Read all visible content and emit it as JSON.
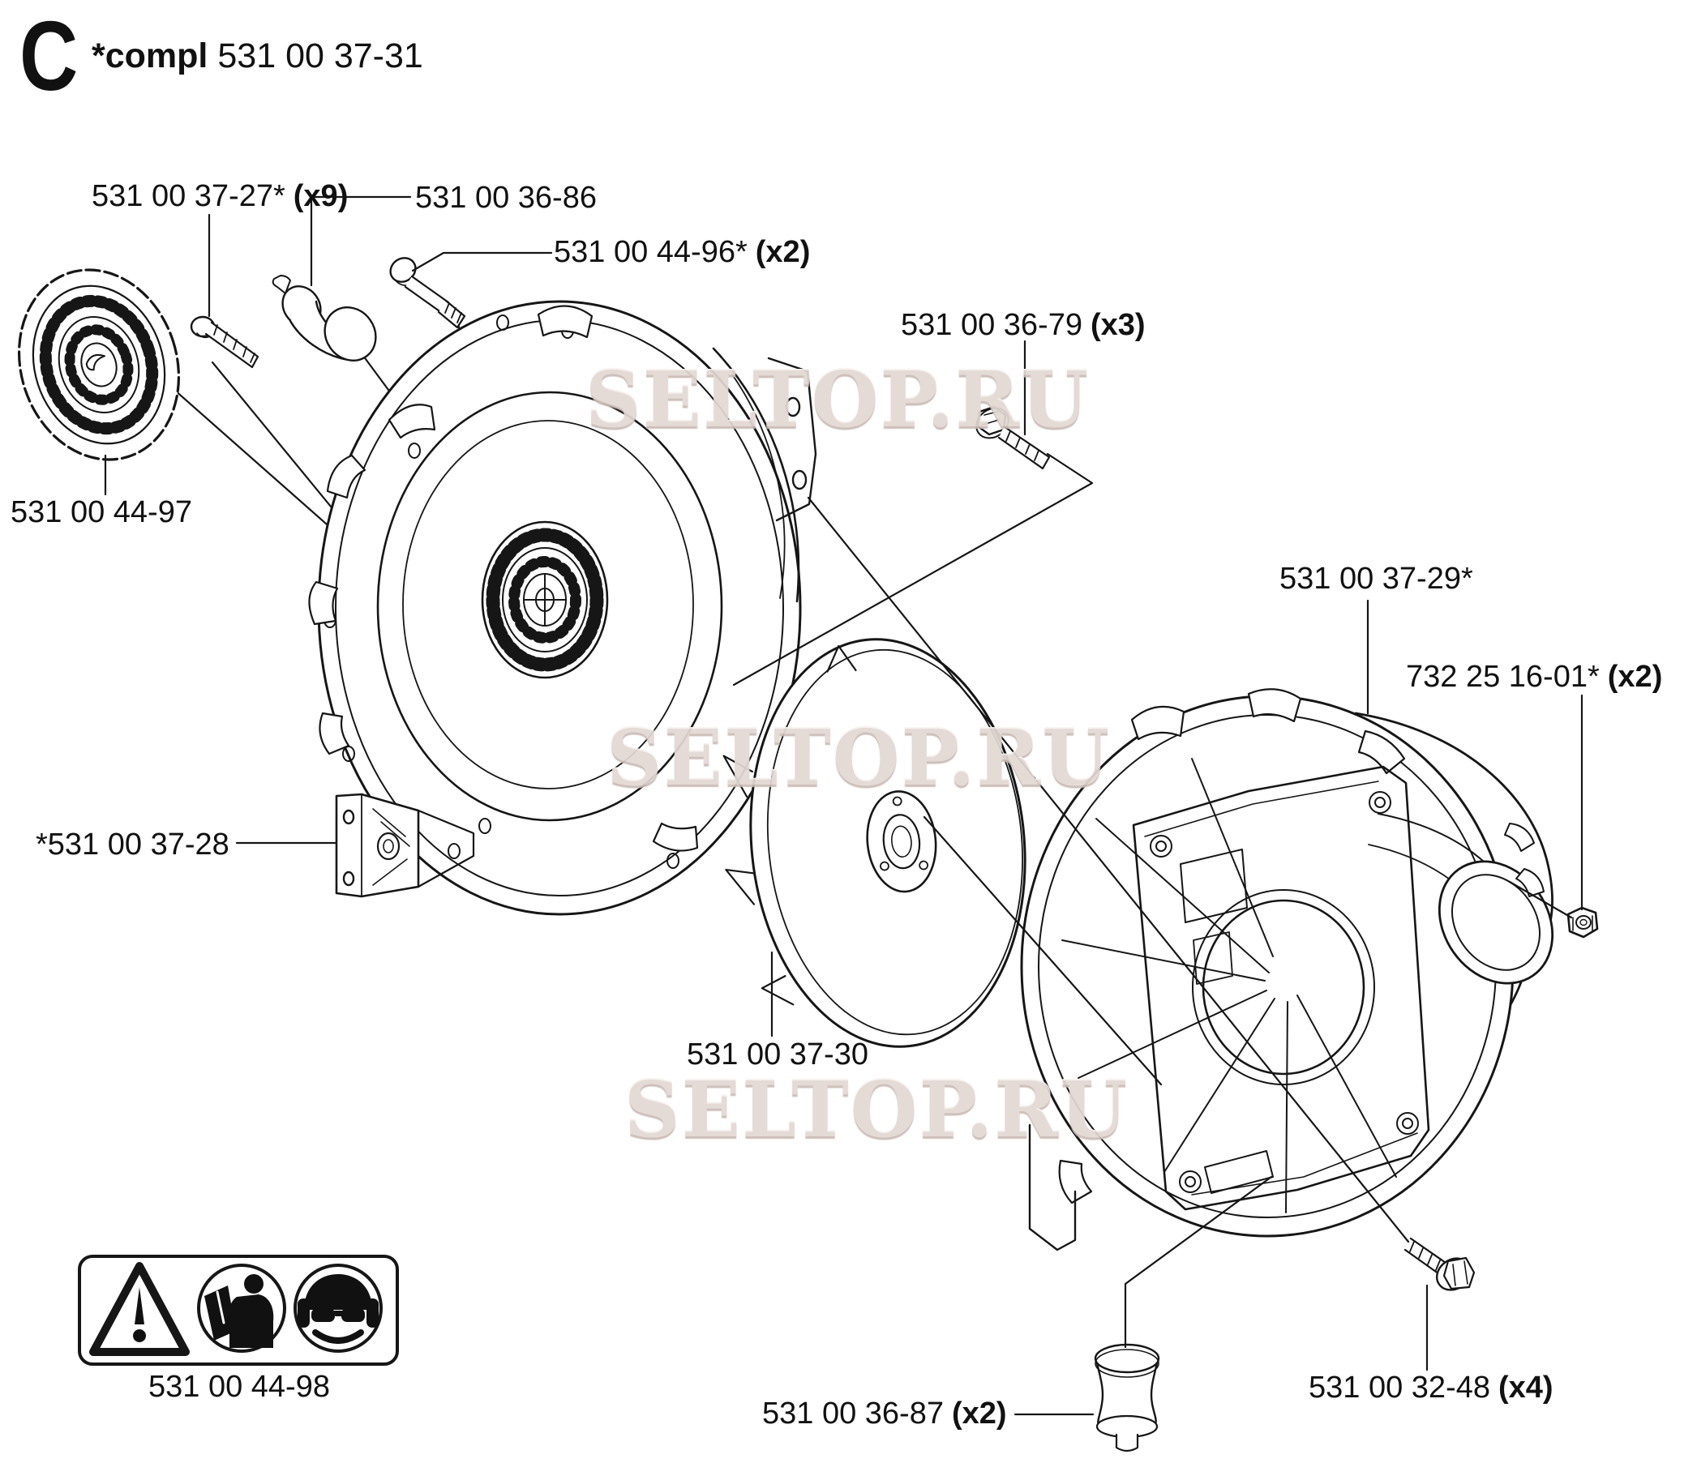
{
  "page": {
    "title_letter": "C",
    "compl_prefix": "*compl",
    "compl_code": "531 00 37-31"
  },
  "watermark": {
    "text": "SELTOP.RU",
    "color": "#e3d8d3"
  },
  "diagram": {
    "type": "exploded-parts-diagram",
    "line_color": "#161616",
    "background": "#ffffff"
  },
  "parts": {
    "p3727": {
      "code": "531 00 37-27*",
      "qty": "(x9)",
      "part_name": "screw"
    },
    "p3686": {
      "code": "531 00 36-86",
      "qty": "",
      "part_name": "rubber-damper"
    },
    "p4496": {
      "code": "531 00 44-96*",
      "qty": "(x2)",
      "part_name": "long-bolt"
    },
    "p3679": {
      "code": "531 00 36-79",
      "qty": "(x3)",
      "part_name": "hex-screw"
    },
    "p4497": {
      "code": "531 00 44-97",
      "qty": "",
      "part_name": "starter-grille-cup"
    },
    "p3729": {
      "code": "531 00 37-29*",
      "qty": "",
      "part_name": "fan-housing-outer-half"
    },
    "p1601": {
      "code": "732 25 16-01*",
      "qty": "(x2)",
      "part_name": "nut"
    },
    "p3728": {
      "code": "*531 00 37-28",
      "qty": "",
      "part_name": "fan-housing-inner-half"
    },
    "p3730": {
      "code": "531 00 37-30",
      "qty": "",
      "part_name": "fan-wheel"
    },
    "p3687": {
      "code": "531 00 36-87",
      "qty": "(x2)",
      "part_name": "vibration-isolator"
    },
    "p3248": {
      "code": "531 00 32-48",
      "qty": "(x4)",
      "part_name": "flange-bolt"
    },
    "p4498": {
      "code": "531 00 44-98",
      "qty": "",
      "part_name": "warning-decal"
    }
  }
}
